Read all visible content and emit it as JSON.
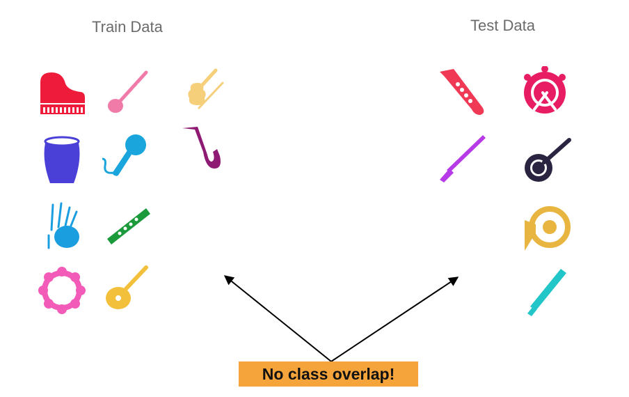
{
  "train": {
    "title": "Train Data",
    "icons": [
      {
        "name": "grand-piano-icon",
        "color": "#ee1c3a"
      },
      {
        "name": "sitar-icon",
        "color": "#f07aa8"
      },
      {
        "name": "violin-icon",
        "color": "#f6cf7a"
      },
      {
        "name": "conga-drum-icon",
        "color": "#4a3fd6"
      },
      {
        "name": "microphone-icon",
        "color": "#1aa6dc"
      },
      {
        "name": "saxophone-icon",
        "color": "#8e1a73"
      },
      {
        "name": "bagpipes-icon",
        "color": "#1a9ee0"
      },
      {
        "name": "flute-icon",
        "color": "#1a9a3a"
      },
      {
        "name": "tambourine-icon",
        "color": "#f25bb8"
      },
      {
        "name": "mandolin-icon",
        "color": "#f2c03a"
      }
    ]
  },
  "test": {
    "title": "Test Data",
    "icons": [
      {
        "name": "recorder-red-icon",
        "color": "#f03a55"
      },
      {
        "name": "snare-drum-icon",
        "color": "#e81c63"
      },
      {
        "name": "clarinet-icon",
        "color": "#b63ae6"
      },
      {
        "name": "banjo-icon",
        "color": "#2a2440"
      },
      {
        "name": "french-horn-icon",
        "color": "#e8b540"
      },
      {
        "name": "recorder-cyan-icon",
        "color": "#22c5c8"
      }
    ]
  },
  "callout": {
    "label": "No class overlap!",
    "color": "#f5a33b"
  }
}
